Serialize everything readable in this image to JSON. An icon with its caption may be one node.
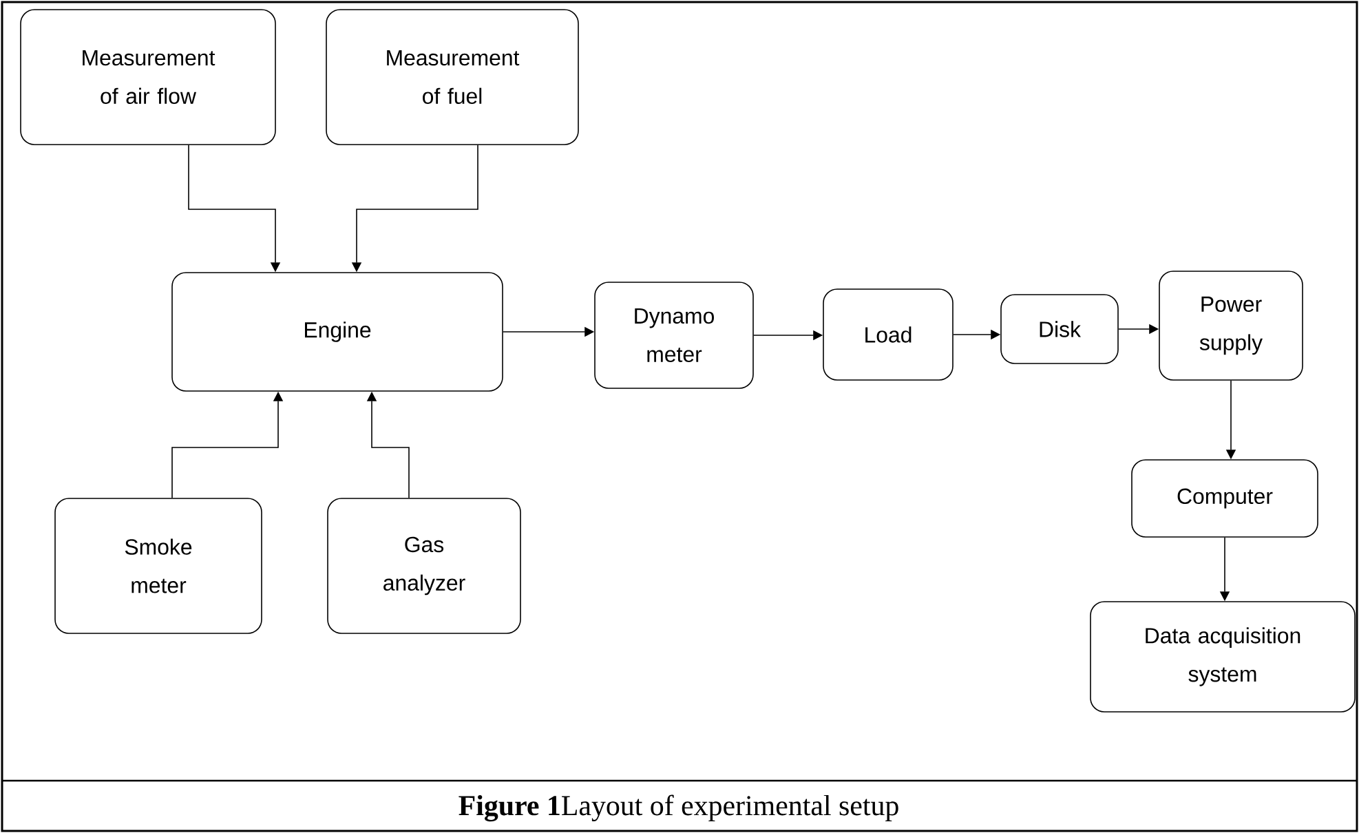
{
  "diagram": {
    "caption": "**Figure 1**Layout of experimental setup",
    "nodes": [
      {
        "text": [
          "Measurement of air flow"
        ]
      },
      {
        "text": [
          "Measurement of fuel"
        ]
      },
      {
        "text": [
          "Engine"
        ]
      },
      {
        "text": [
          "Dynamo meter"
        ]
      },
      {
        "text": [
          "Load"
        ]
      },
      {
        "text": [
          "Disk"
        ]
      },
      {
        "text": [
          "Power supply"
        ]
      },
      {
        "text": [
          "Computer"
        ]
      },
      {
        "text": [
          "Smoke meter"
        ]
      },
      {
        "text": [
          "Gas analyzer"
        ]
      },
      {
        "text": [
          "Data acquisition system"
        ]
      }
    ],
    "edges": [
      {
        "from": 0,
        "to": 2,
        "arrow": "to"
      },
      {
        "from": 1,
        "to": 2,
        "arrow": "to"
      },
      {
        "from": 8,
        "to": 2,
        "arrow": "to"
      },
      {
        "from": 9,
        "to": 2,
        "arrow": "to"
      },
      {
        "from": 2,
        "to": 3,
        "arrow": "to"
      },
      {
        "from": 3,
        "to": 4,
        "arrow": "to"
      },
      {
        "from": 4,
        "to": 5,
        "arrow": "to"
      },
      {
        "from": 5,
        "to": 6,
        "arrow": "to"
      },
      {
        "from": 6,
        "to": 7,
        "arrow": "to"
      },
      {
        "from": 7,
        "to": 10,
        "arrow": "to"
      }
    ]
  }
}
